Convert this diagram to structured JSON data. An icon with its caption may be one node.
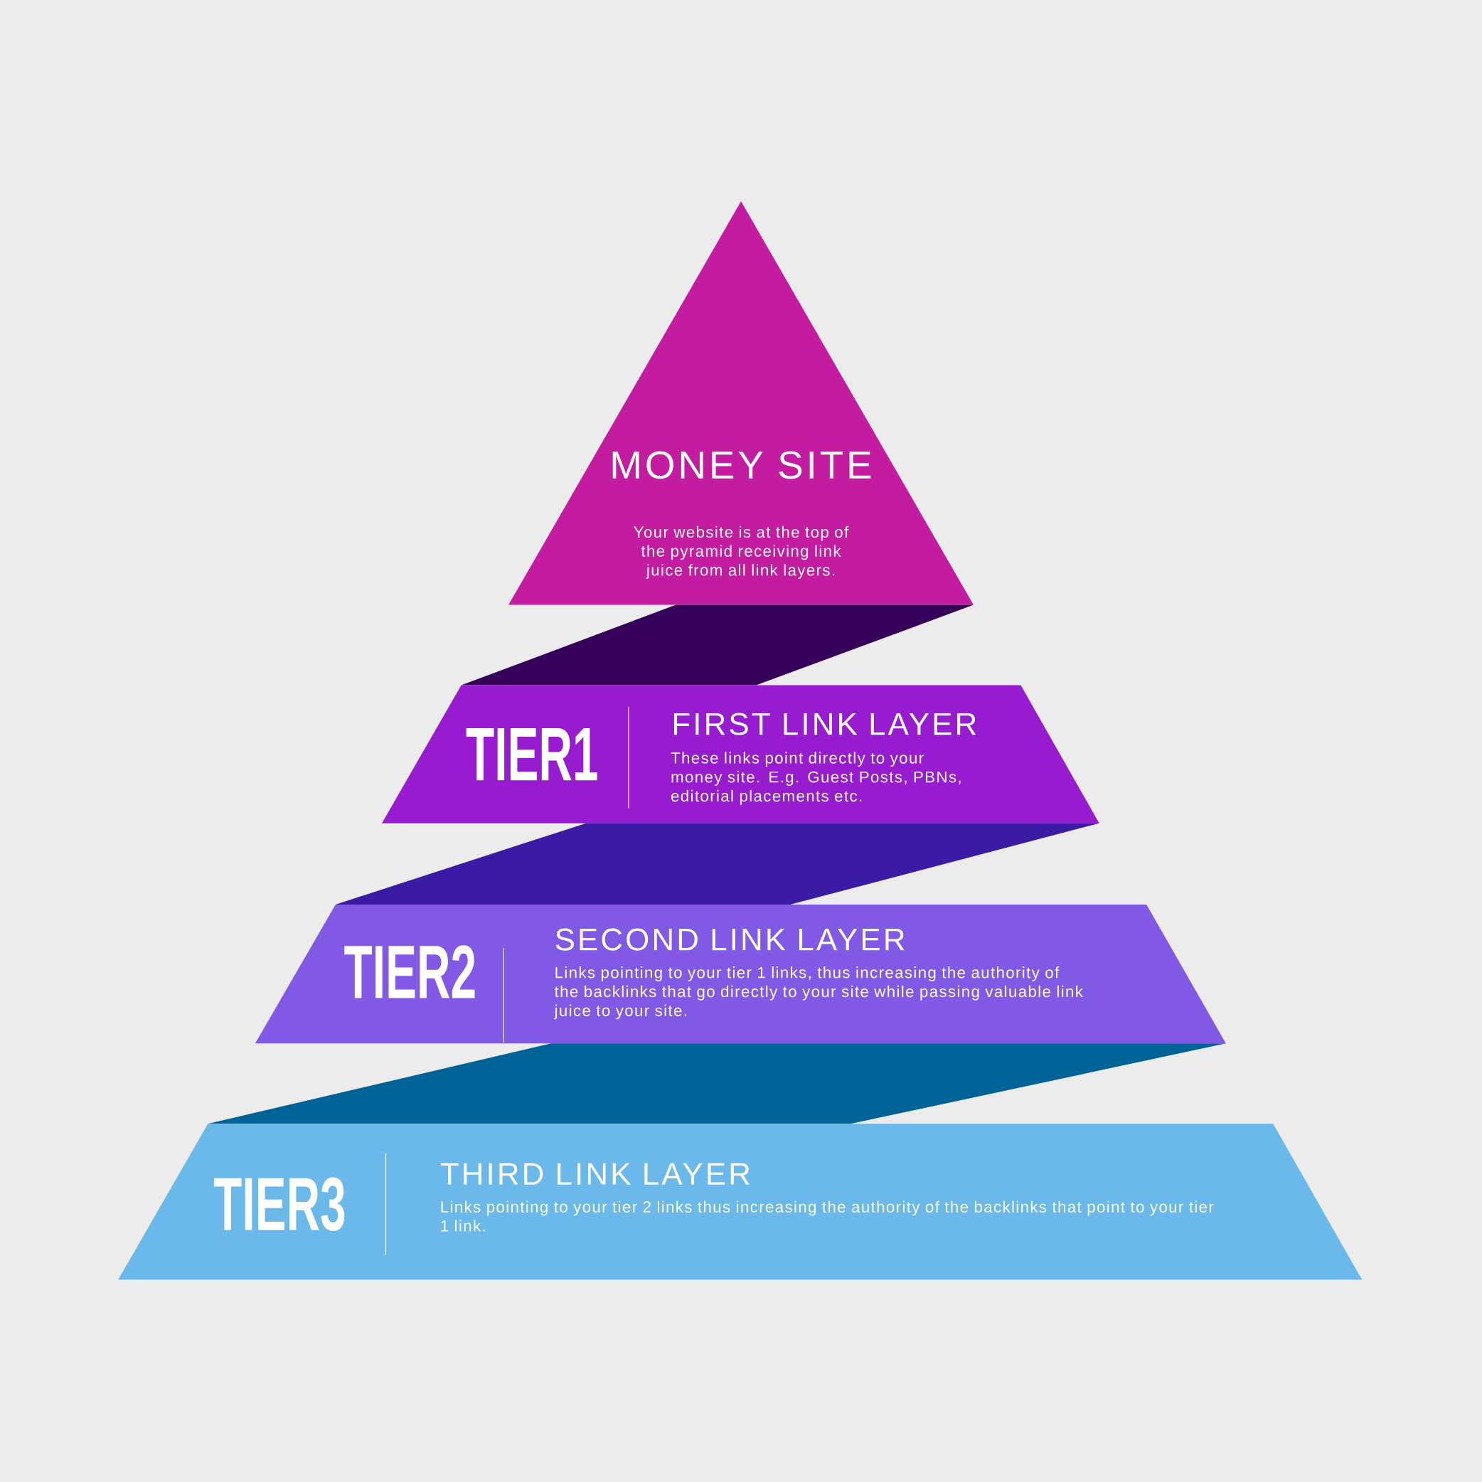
{
  "diagram": {
    "nodes": [
      {
        "text": [
          "MONEY SITE",
          "Your website is at the top of the pyramid receiving link juice from all link layers."
        ]
      },
      {
        "text": [],
        "shape": "band"
      },
      {
        "text": [
          "TIER1",
          "FIRST LINK LAYER",
          "These links point directly to your money site. E.g. Guest Posts, PBNs, editorial placements etc."
        ]
      },
      {
        "text": [],
        "shape": "band"
      },
      {
        "text": [
          "TIER2",
          "SECOND LINK LAYER",
          "Links pointing to your tier 1 links, thus increasing the authority of the backlinks that go directly to your site while passing valuable link juice to your site."
        ]
      },
      {
        "text": [],
        "shape": "band"
      },
      {
        "text": [
          "TIER3",
          "THIRD LINK LAYER",
          "Links pointing to your tier 2 links thus increasing the authority of the backlinks that point to your tier 1 link."
        ]
      }
    ]
  }
}
